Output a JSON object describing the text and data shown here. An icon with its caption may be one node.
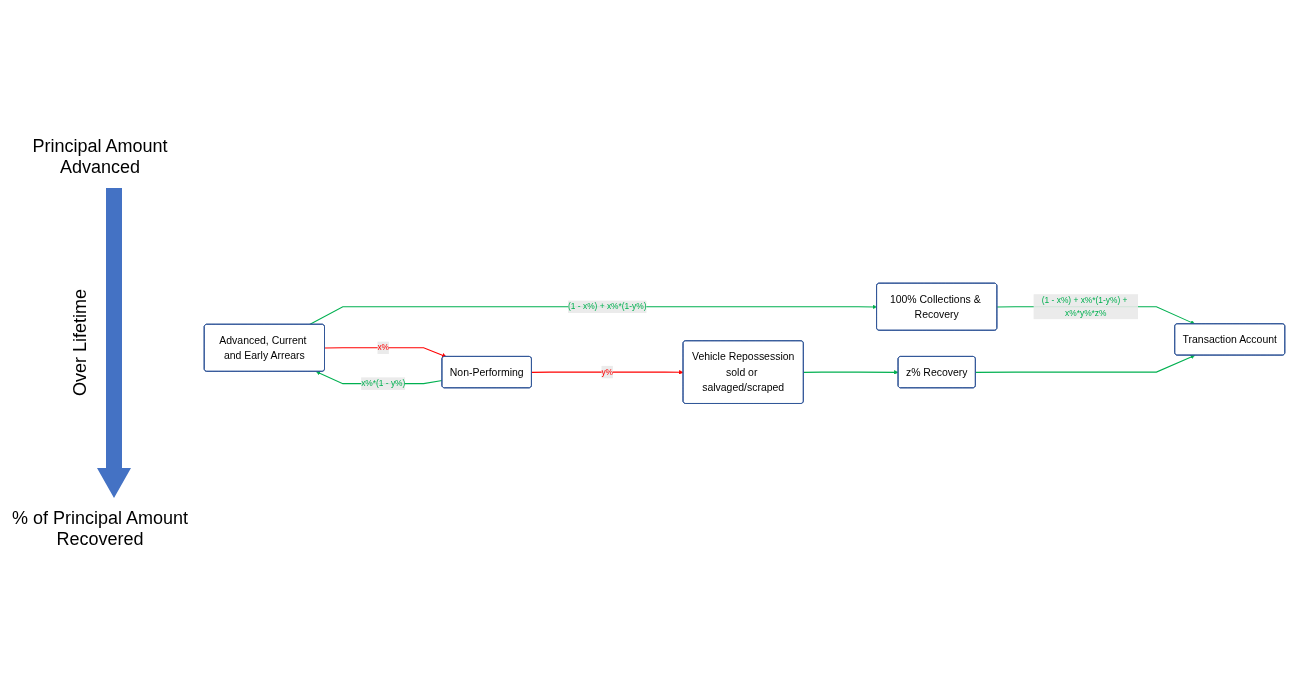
{
  "diagram": {
    "nodes": [
      {
        "text": [
          "Advanced, Current and Early Arrears"
        ]
      },
      {
        "text": [
          "Non-Performing"
        ]
      },
      {
        "text": [
          "Vehicle Repossession",
          "sold or salvaged/scraped"
        ]
      },
      {
        "text": [
          "100% Collections & Recovery"
        ]
      },
      {
        "text": [
          "z% Recovery"
        ]
      },
      {
        "text": [
          "Transaction Account"
        ]
      }
    ],
    "edges": [
      {
        "from": 1,
        "to": 0,
        "arrow": "to",
        "label": "x%*(1 - y%)"
      },
      {
        "from": 0,
        "to": 1,
        "arrow": "to",
        "label": "x%",
        "color": "#ff0000"
      },
      {
        "from": 1,
        "to": 2,
        "arrow": "to",
        "label": "y%",
        "color": "#ff0000"
      },
      {
        "from": 0,
        "to": 3,
        "arrow": "to",
        "label": "(1 - x%) + x%*(1-y%)"
      },
      {
        "from": 2,
        "to": 4,
        "arrow": "to"
      },
      {
        "from": 3,
        "to": 5,
        "arrow": "to",
        "label": "(1 - x%) + x%*(1-y%) + x%*y%*z%"
      },
      {
        "from": 4,
        "to": 5,
        "arrow": "to"
      }
    ],
    "labels": [
      "Principal Amount Advanced",
      "Over Lifetime",
      "% of Principal Amount Recovered"
    ]
  }
}
